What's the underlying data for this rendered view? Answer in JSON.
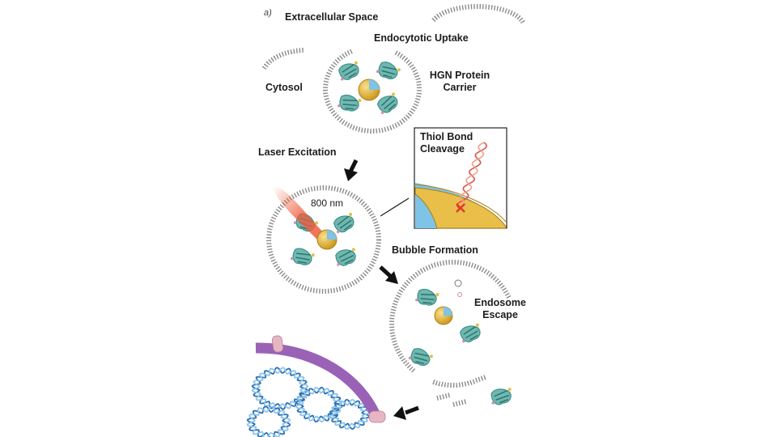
{
  "panel_label": "a)",
  "labels": {
    "extracellular_space": "Extracellular Space",
    "endocytotic_uptake": "Endocytotic Uptake",
    "cytosol": "Cytosol",
    "hgn_carrier_line1": "HGN Protein",
    "hgn_carrier_line2": "Carrier",
    "thiol_line1": "Thiol Bond",
    "thiol_line2": "Cleavage",
    "laser_excitation": "Laser Excitation",
    "wavelength": "800 nm",
    "bubble_formation": "Bubble Formation",
    "endosome_line1": "Endosome",
    "endosome_line2": "Escape"
  },
  "colors": {
    "membrane": "#8a8a8a",
    "gold_shell": "#e5b93a",
    "nanoparticle_core": "#7fc3e6",
    "protein": "#3a8f8a",
    "laser": "#ef5a3a",
    "nuclear_envelope": "#9a62b6",
    "nuclear_pore": "#e8b5c4",
    "dna": "#2a6fb6",
    "arrow": "#111111"
  }
}
